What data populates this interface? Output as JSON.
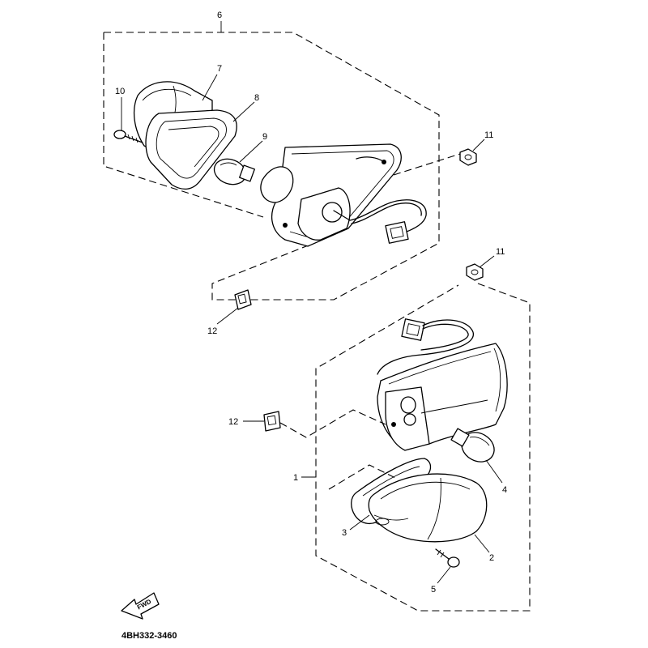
{
  "diagram": {
    "part_code": "4BH332-3460",
    "fwd_label": "FWD",
    "callouts": {
      "c1": "1",
      "c2": "2",
      "c3": "3",
      "c4": "4",
      "c5": "5",
      "c6": "6",
      "c7": "7",
      "c8": "8",
      "c9": "9",
      "c10": "10",
      "c11a": "11",
      "c11b": "11",
      "c12a": "12",
      "c12b": "12"
    }
  }
}
